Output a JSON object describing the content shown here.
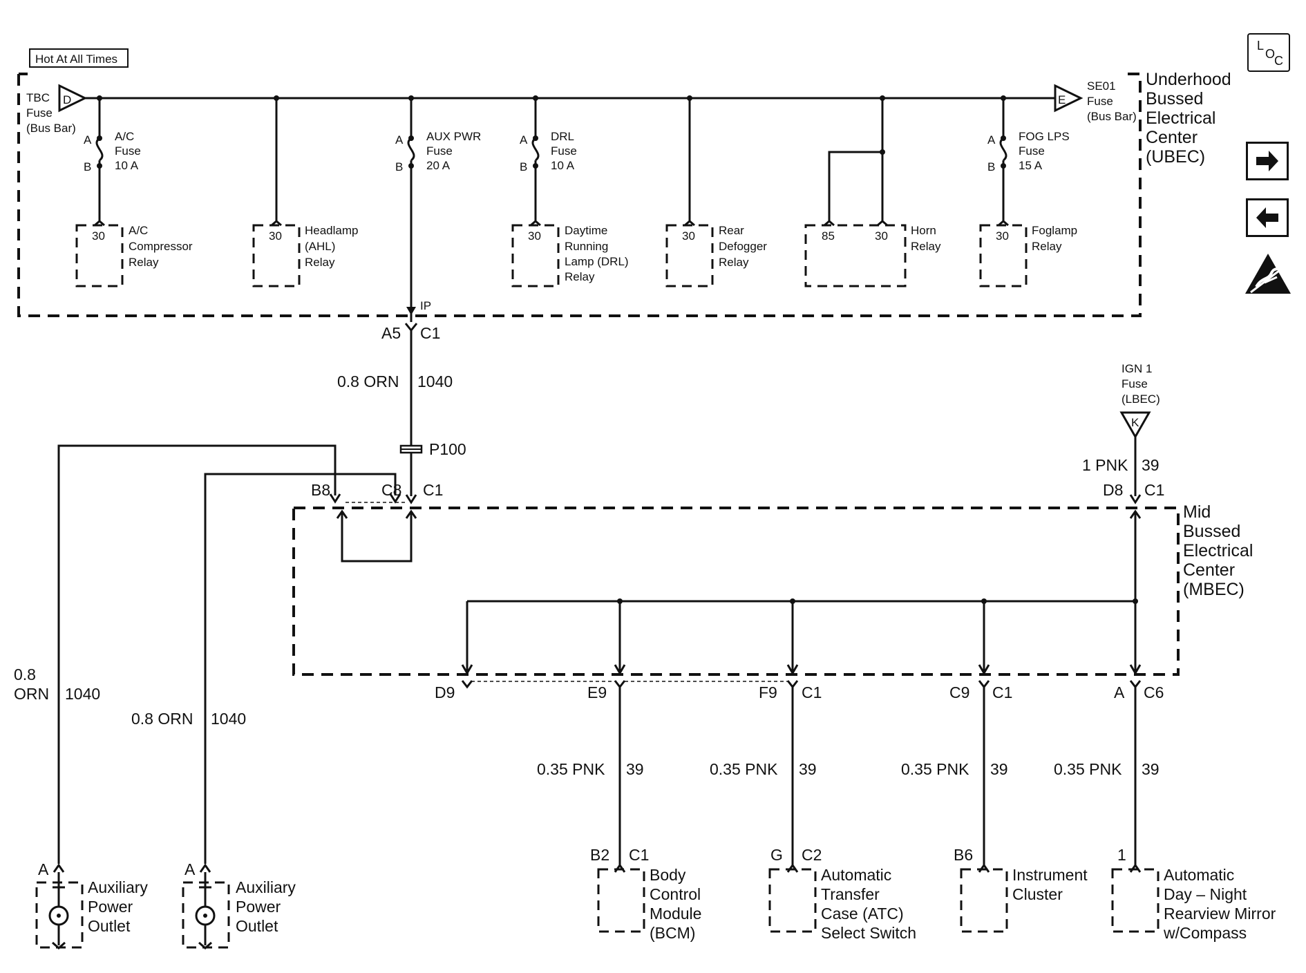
{
  "ubec": {
    "hot_label": "Hot At All Times",
    "name": [
      "Underhood",
      "Bussed",
      "Electrical",
      "Center",
      "(UBEC)"
    ],
    "tbc_fuse": {
      "letter": "D",
      "lines": [
        "TBC",
        "Fuse",
        "(Bus Bar)"
      ]
    },
    "se01_fuse": {
      "letter": "E",
      "lines": [
        "SE01",
        "Fuse",
        "(Bus Bar)"
      ]
    },
    "fuses": [
      {
        "lines": [
          "A/C",
          "Fuse",
          "10 A"
        ]
      },
      {
        "lines": [
          "AUX  PWR",
          "Fuse",
          "20 A"
        ]
      },
      {
        "lines": [
          "DRL",
          "Fuse",
          "10 A"
        ]
      },
      {
        "lines": [
          "FOG LPS",
          "Fuse",
          "15 A"
        ]
      }
    ],
    "fuse_pin_a": "A",
    "fuse_pin_b": "B",
    "relays": [
      {
        "pins": [
          "30"
        ],
        "lines": [
          "A/C",
          "Compressor",
          "Relay"
        ]
      },
      {
        "pins": [
          "30"
        ],
        "lines": [
          "Headlamp",
          "(AHL)",
          "Relay"
        ]
      },
      {
        "pins": [
          "30"
        ],
        "lines": [
          "Daytime",
          "Running",
          "Lamp (DRL)",
          "Relay"
        ]
      },
      {
        "pins": [
          "30"
        ],
        "lines": [
          "Rear",
          "Defogger",
          "Relay"
        ]
      },
      {
        "pins": [
          "85",
          "30"
        ],
        "lines": [
          "Horn",
          "Relay"
        ]
      },
      {
        "pins": [
          "30"
        ],
        "lines": [
          "Foglamp",
          "Relay"
        ]
      }
    ],
    "ip_label": "IP",
    "connector": {
      "pin": "A5",
      "conn": "C1"
    }
  },
  "feed_wire": {
    "size_color": "0.8 ORN",
    "circuit": "1040"
  },
  "splice": "P100",
  "mbec": {
    "name": [
      "Mid",
      "Bussed",
      "Electrical",
      "Center",
      "(MBEC)"
    ],
    "in_pins": {
      "b8": "B8",
      "c8": "C8",
      "conn": "C1",
      "d8": "D8",
      "d8_conn": "C1"
    },
    "out_pins": [
      {
        "pin": "D9",
        "conn": ""
      },
      {
        "pin": "E9",
        "conn": ""
      },
      {
        "pin": "F9",
        "conn": "C1"
      },
      {
        "pin": "C9",
        "conn": "C1"
      },
      {
        "pin": "A",
        "conn": "C6"
      }
    ]
  },
  "ign1_fuse": {
    "letter": "K",
    "lines": [
      "IGN 1",
      "Fuse",
      "(LBEC)"
    ]
  },
  "ign_wire": {
    "size_color": "1 PNK",
    "circuit": "39"
  },
  "outlet_wires": [
    {
      "size_color": [
        "0.8",
        "ORN"
      ],
      "circuit": "1040"
    },
    {
      "size_color": [
        "0.8 ORN"
      ],
      "circuit": "1040"
    }
  ],
  "outlets": [
    {
      "pin": "A",
      "lines": [
        "Auxiliary",
        "Power",
        "Outlet"
      ]
    },
    {
      "pin": "A",
      "lines": [
        "Auxiliary",
        "Power",
        "Outlet"
      ]
    }
  ],
  "branch_wires": [
    {
      "size_color": "0.35 PNK",
      "circuit": "39"
    },
    {
      "size_color": "0.35 PNK",
      "circuit": "39"
    },
    {
      "size_color": "0.35 PNK",
      "circuit": "39"
    },
    {
      "size_color": "0.35 PNK",
      "circuit": "39"
    }
  ],
  "modules": [
    {
      "pin": "B2",
      "conn": "C1",
      "lines": [
        "Body",
        "Control",
        "Module",
        "(BCM)"
      ]
    },
    {
      "pin": "G",
      "conn": "C2",
      "lines": [
        "Automatic",
        "Transfer",
        "Case (ATC)",
        "Select Switch"
      ]
    },
    {
      "pin": "B6",
      "conn": "",
      "lines": [
        "Instrument",
        "Cluster"
      ]
    },
    {
      "pin": "1",
      "conn": "",
      "lines": [
        "Automatic",
        "Day – Night",
        "Rearview Mirror",
        "w/Compass"
      ]
    }
  ],
  "nav": {
    "loc_l": "L",
    "loc_o": "O",
    "loc_c": "C",
    "icons": [
      "loc-icon",
      "next-arrow-icon",
      "previous-arrow-icon",
      "esd-warning-icon"
    ]
  }
}
